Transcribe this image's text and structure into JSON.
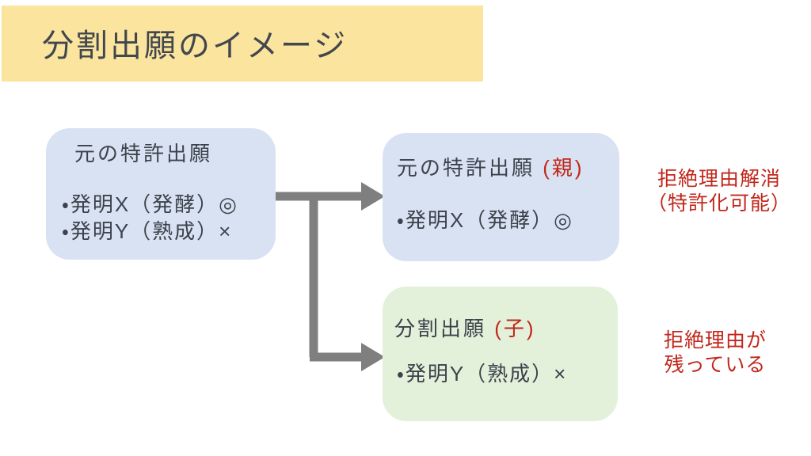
{
  "slide": {
    "title": "分割出願のイメージ"
  },
  "colors": {
    "banner_yellow": "#FBE49D",
    "box_blue": "#D9E2F2",
    "box_green": "#E3F0DA",
    "accent_red": "#C1271B",
    "arrow_gray": "#7F7F7F",
    "text_dark": "#3B424B"
  },
  "boxes": {
    "original": {
      "title": "元の特許出願",
      "items": [
        "・発明X（発酵）◎",
        "・発明Y（熟成）×"
      ]
    },
    "parent": {
      "title": "元の特許出願",
      "tag": "(親)",
      "items": [
        "・発明X（発酵）◎"
      ]
    },
    "child": {
      "title": "分割出願",
      "tag": "(子)",
      "items": [
        "・発明Y（熟成）×"
      ]
    }
  },
  "annotations": {
    "parent_note": {
      "lines": [
        "拒絶理由解消",
        "（特許化可能）"
      ]
    },
    "child_note": {
      "lines": [
        "拒絶理由が",
        "残っている"
      ]
    }
  }
}
